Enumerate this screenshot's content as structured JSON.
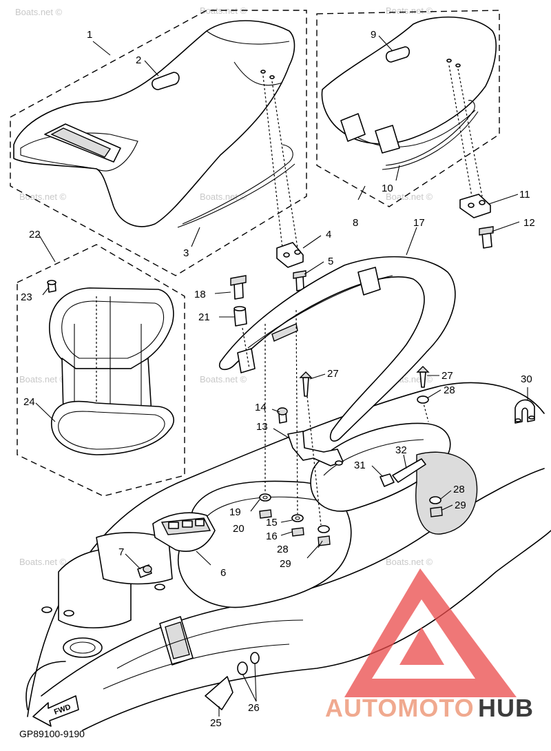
{
  "diagram": {
    "code": "GP89100-9190",
    "fwd_label": "FWD",
    "watermark": "Boats.net ©",
    "brand": {
      "part1": "AUTOMOTO",
      "part2": "HUB",
      "color1": "#f0a98f",
      "color2": "#3c3c3c",
      "logo_color": "#ea4a4a"
    },
    "callouts": {
      "c1": "1",
      "c2": "2",
      "c3": "3",
      "c4": "4",
      "c5": "5",
      "c6": "6",
      "c7": "7",
      "c8": "8",
      "c9": "9",
      "c10": "10",
      "c11": "11",
      "c12": "12",
      "c13": "13",
      "c14": "14",
      "c15": "15",
      "c16": "16",
      "c17": "17",
      "c18": "18",
      "c19": "19",
      "c20": "20",
      "c21": "21",
      "c22": "22",
      "c23": "23",
      "c24": "24",
      "c25": "25",
      "c26": "26",
      "c27a": "27",
      "c27b": "27",
      "c28a": "28",
      "c28b": "28",
      "c28c": "28",
      "c29a": "29",
      "c29b": "29",
      "c30": "30",
      "c31": "31",
      "c32": "32"
    }
  }
}
